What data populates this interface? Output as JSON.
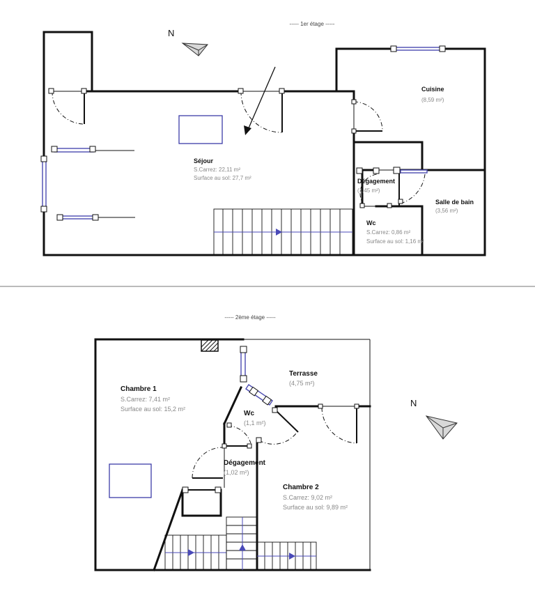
{
  "floors": [
    {
      "title": "-----  1er étage  -----",
      "north": "N",
      "rooms": {
        "sejour": {
          "name": "Séjour",
          "lines": [
            "S.Carrez: 22,11 m²",
            "Surface au sol: 27,7 m²"
          ]
        },
        "cuisine": {
          "name": "Cuisine",
          "lines": [
            "(8,59 m²)"
          ]
        },
        "degagement": {
          "name": "Dégagement",
          "lines": [
            "(1,45 m²)"
          ]
        },
        "salle_de_bain": {
          "name": "Salle de bain",
          "lines": [
            "(3,56 m²)"
          ]
        },
        "wc": {
          "name": "Wc",
          "lines": [
            "S.Carrez: 0,86 m²",
            "Surface au sol: 1,16 m²"
          ]
        }
      }
    },
    {
      "title": "-----  2ème étage  -----",
      "north": "N",
      "rooms": {
        "chambre1": {
          "name": "Chambre 1",
          "lines": [
            "S.Carrez: 7,41 m²",
            "Surface au sol: 15,2 m²"
          ]
        },
        "terrasse": {
          "name": "Terrasse",
          "lines": [
            "(4,75 m²)"
          ]
        },
        "wc": {
          "name": "Wc",
          "lines": [
            "(1,1 m²)"
          ]
        },
        "degagement": {
          "name": "Dégagement",
          "lines": [
            "(1,02 m²)"
          ]
        },
        "chambre2": {
          "name": "Chambre 2",
          "lines": [
            "S.Carrez: 9,02 m²",
            "Surface au sol: 9,89 m²"
          ]
        }
      }
    }
  ]
}
